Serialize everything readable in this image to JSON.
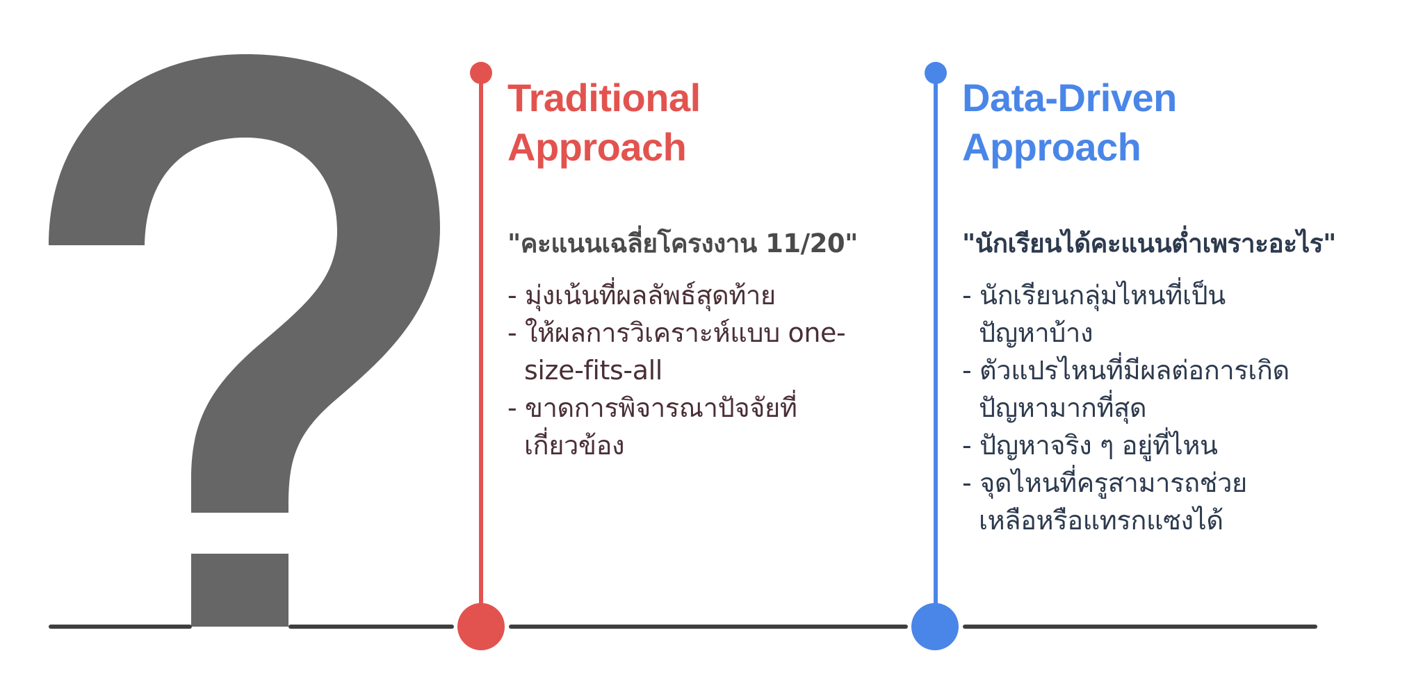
{
  "colors": {
    "traditional": "#e2534f",
    "data_driven": "#4a86e8",
    "question_mark": "#666666",
    "baseline": "#3f3f3f"
  },
  "decoration": {
    "icon": "question-mark-icon"
  },
  "traditional": {
    "heading_line1": "Traditional",
    "heading_line2": "Approach",
    "quote": "\"คะแนนเฉลี่ยโครงงาน 11/20\"",
    "bullets": [
      "- มุ่งเน้นที่ผลลัพธ์สุดท้าย",
      "- ให้ผลการวิเคราะห์แบบ one-size-fits-all",
      "- ขาดการพิจารณาปัจจัยที่เกี่ยวข้อง"
    ]
  },
  "data_driven": {
    "heading_line1": "Data-Driven",
    "heading_line2": "Approach",
    "quote": "\"นักเรียนได้คะแนนต่ำเพราะอะไร\"",
    "bullets": [
      "- นักเรียนกลุ่มไหนที่เป็นปัญหาบ้าง",
      "- ตัวแปรไหนที่มีผลต่อการเกิดปัญหามากที่สุด",
      "- ปัญหาจริง ๆ อยู่ที่ไหน",
      "- จุดไหนที่ครูสามารถช่วยเหลือหรือแทรกแซงได้"
    ]
  }
}
